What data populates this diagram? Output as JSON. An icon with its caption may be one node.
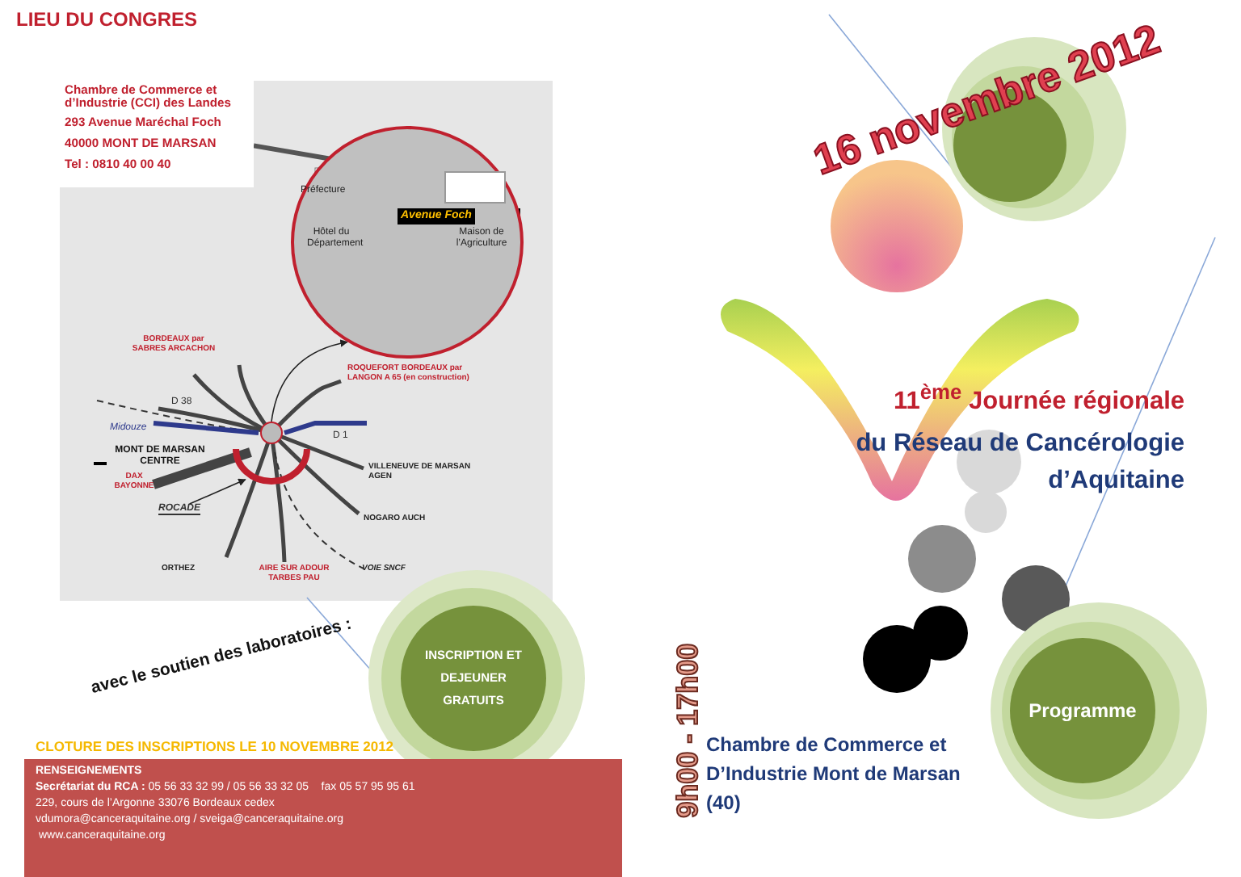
{
  "diagram": {
    "nodes": [
      {
        "text": [
          "Chambre de Commerce et d’Industrie (CCI) des Landes",
          "293 Avenue Maréchal Foch",
          "40000 MONT DE MARSAN",
          "Tel : 0810 40 00 40"
        ]
      },
      {
        "text": [],
        "shape": "circle"
      },
      {
        "text": [],
        "shape": "box",
        "in": 1
      },
      {
        "text": [],
        "shape": "circle"
      },
      {
        "text": [
          "ROCADE"
        ]
      },
      {
        "text": [],
        "shape": "ring"
      },
      {
        "text": [
          "INSCRIPTION ET DEJEUNER GRATUITS"
        ]
      },
      {
        "text": [
          "Programme"
        ]
      }
    ],
    "edges": [
      {
        "from": 0,
        "to": 2,
        "arrow": "to",
        "style": "thick"
      },
      {
        "from": 3,
        "to": 1,
        "arrow": "to"
      },
      {
        "from": 4,
        "to": 5,
        "arrow": "to"
      }
    ],
    "labels": [
      "LIEU DU CONGRES",
      "Préfecture",
      "Avenue Foch",
      "Hôtel du Département",
      "Maison de l’Agriculture",
      "BORDEAUX par SABRES ARCACHON",
      "ROQUEFORT BORDEAUX par LANGON A 65 (en construction)",
      "D 38",
      "Midouze",
      "MONT DE MARSAN CENTRE",
      "D 1",
      "VILLENEUVE DE MARSAN AGEN",
      "DAX BAYONNE",
      "NOGARO AUCH",
      "ORTHEZ",
      "AIRE SUR ADOUR TARBES PAU",
      "VOIE SNCF",
      "16 novembre 2012",
      "11$^{ème}$ Journée régionale",
      "du Réseau de Cancérologie d’Aquitaine",
      "avec le soutien des laboratoires :",
      "CLOTURE DES INSCRIPTIONS LE 10 NOVEMBRE 2012",
      "RENSEIGNEMENTS",
      "**Secrétariat du RCA :** 05 56 33 32 99 / 05 56 33 32 05    fax 05 57 95 95 61",
      "229, cours de l’Argonne 33076 Bordeaux cedex",
      "vdumora@canceraquitaine.org / sveiga@canceraquitaine.org",
      "www.canceraquitaine.org",
      "9h00 - 17h00",
      "Chambre de Commerce et D’Industrie Mont de Marsan (40)"
    ]
  }
}
